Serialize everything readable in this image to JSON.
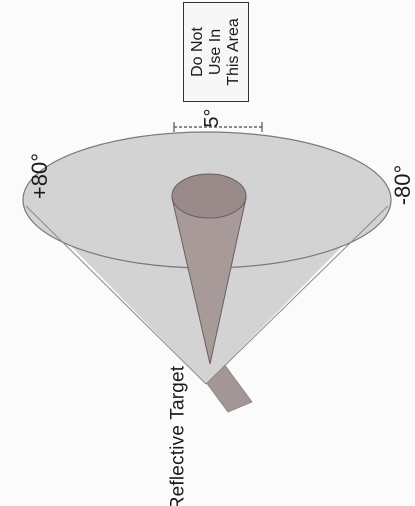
{
  "labels": {
    "plus80": "+80°",
    "minus80": "-80°",
    "five_deg": "5°",
    "target": "Reflective Target"
  },
  "warning": {
    "line1": "Do Not",
    "line2": "Use In",
    "line3": "This Area"
  },
  "colors": {
    "outer_cone": "#d3d3d3",
    "outer_cone_edge": "#7a7a7a",
    "inner_cone": "#a99a9a",
    "inner_cone_edge": "#6a5f5f",
    "target": "#a49696"
  }
}
